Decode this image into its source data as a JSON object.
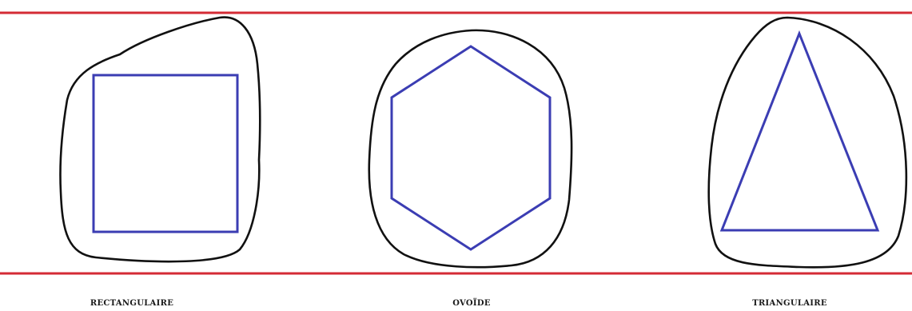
{
  "colors": {
    "guide_lines": "#d42b35",
    "outline": "#111111",
    "shape": "#3b3db3",
    "background": "#ffffff"
  },
  "shapes": [
    {
      "shape": "square",
      "label": "RECTANGULAIRE"
    },
    {
      "shape": "hexagon",
      "label": "OVOÏDE"
    },
    {
      "shape": "triangle",
      "label": "TRIANGULAIRE"
    }
  ]
}
